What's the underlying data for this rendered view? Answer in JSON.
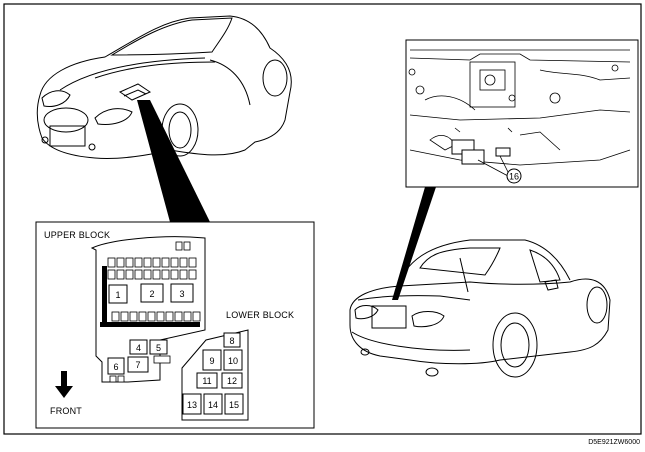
{
  "labels": {
    "upper_block": "UPPER BLOCK",
    "lower_block": "LOWER BLOCK",
    "front": "FRONT",
    "code": "D5E921ZW6000"
  },
  "upper_fuses": [
    "1",
    "2",
    "3",
    "4",
    "5",
    "6",
    "7"
  ],
  "lower_fuses": [
    "8",
    "9",
    "10",
    "11",
    "12",
    "13",
    "14",
    "15"
  ],
  "callout": "16"
}
